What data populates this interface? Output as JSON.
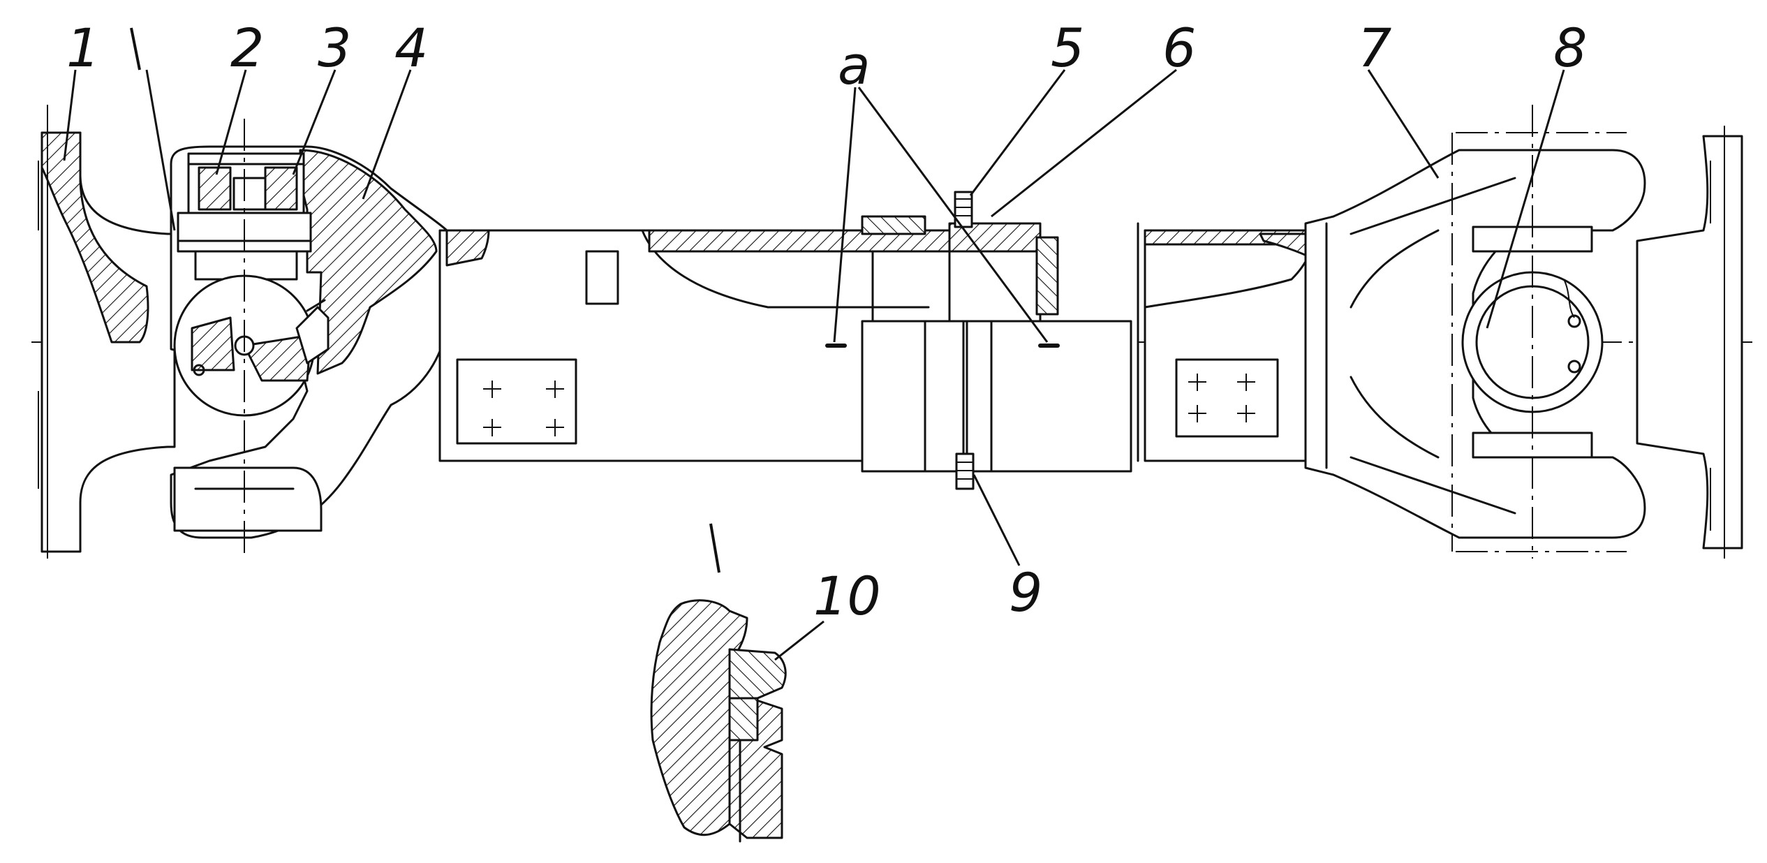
{
  "figure": {
    "callouts": {
      "c1": "1",
      "c2": "2",
      "c3": "3",
      "c4": "4",
      "c5": "5",
      "c6": "6",
      "c7": "7",
      "c8": "8",
      "c9": "9",
      "c10": "10",
      "a": "a"
    }
  }
}
